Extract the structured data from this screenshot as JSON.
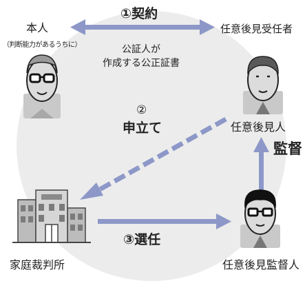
{
  "actors": {
    "principal": "本人",
    "principal_note": "（判断能力があるうちに）",
    "voluntary_guardian_candidate": "任意後見受任者",
    "voluntary_guardian": "任意後見人",
    "supervisor": "任意後見監督人",
    "family_court": "家庭裁判所"
  },
  "notary_note": {
    "line1": "公証人が",
    "line2": "作成する公正証書"
  },
  "steps": {
    "contract": "①契約",
    "petition_number": "②",
    "petition": "申立て",
    "appointment": "③選任",
    "supervision": "監督"
  },
  "colors": {
    "arrow": "#8d98c8",
    "background_circle": "#ececec"
  }
}
